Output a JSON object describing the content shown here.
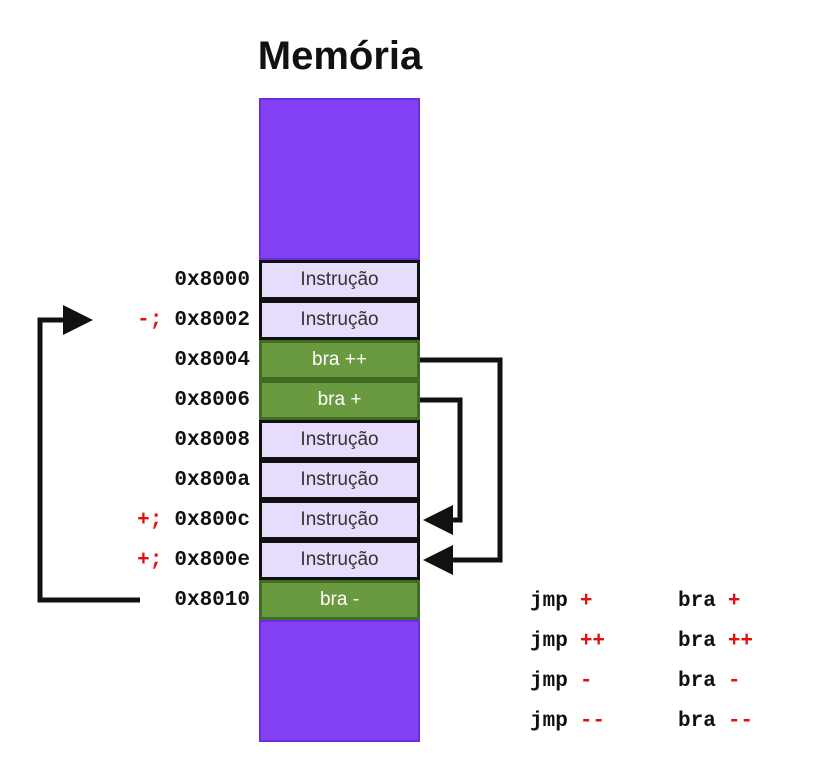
{
  "title": "Memória",
  "memory_cells": [
    {
      "address": "0x8000",
      "prefix": "",
      "label": "Instrução",
      "kind": "instr"
    },
    {
      "address": "0x8002",
      "prefix": "-;",
      "label": "Instrução",
      "kind": "instr"
    },
    {
      "address": "0x8004",
      "prefix": "",
      "label": "bra ++",
      "kind": "bra"
    },
    {
      "address": "0x8006",
      "prefix": "",
      "label": "bra +",
      "kind": "bra"
    },
    {
      "address": "0x8008",
      "prefix": "",
      "label": "Instrução",
      "kind": "instr"
    },
    {
      "address": "0x800a",
      "prefix": "",
      "label": "Instrução",
      "kind": "instr"
    },
    {
      "address": "0x800c",
      "prefix": "+;",
      "label": "Instrução",
      "kind": "instr"
    },
    {
      "address": "0x800e",
      "prefix": "+;",
      "label": "Instrução",
      "kind": "instr"
    },
    {
      "address": "0x8010",
      "prefix": "",
      "label": "bra -",
      "kind": "bra"
    }
  ],
  "legend": [
    [
      {
        "keyword": "jmp",
        "symbol": "+"
      },
      {
        "keyword": "bra",
        "symbol": "+"
      }
    ],
    [
      {
        "keyword": "jmp",
        "symbol": "++"
      },
      {
        "keyword": "bra",
        "symbol": "++"
      }
    ],
    [
      {
        "keyword": "jmp",
        "symbol": "-"
      },
      {
        "keyword": "bra",
        "symbol": "-"
      }
    ],
    [
      {
        "keyword": "jmp",
        "symbol": "--"
      },
      {
        "keyword": "bra",
        "symbol": "--"
      }
    ]
  ],
  "colors": {
    "memory": "#8440f5",
    "instruction_cell": "#e6dcfc",
    "branch_cell": "#6a9a3f",
    "symbol": "#e01010",
    "arrow": "#111111"
  }
}
